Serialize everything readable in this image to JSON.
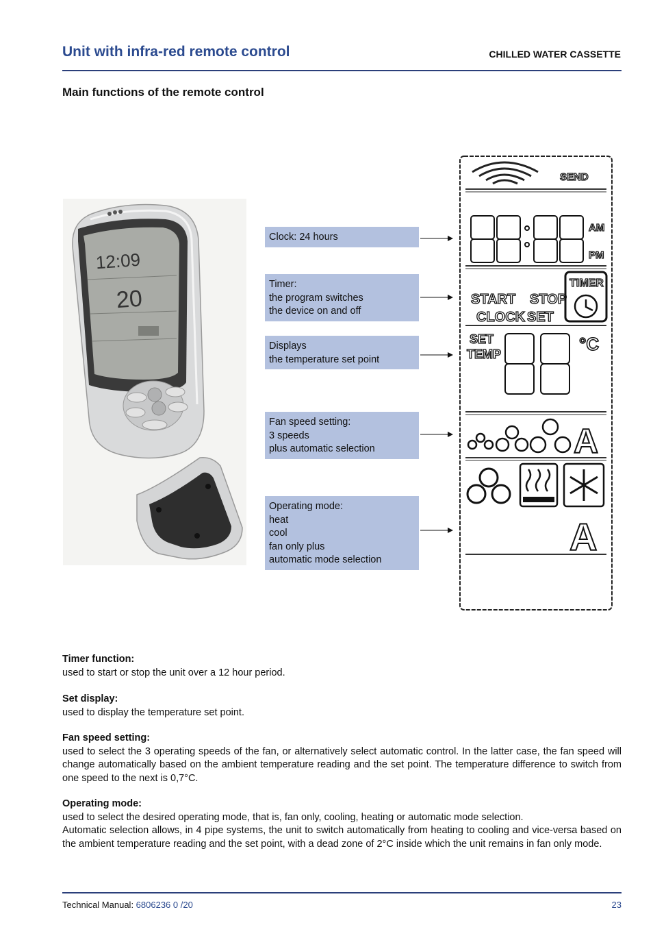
{
  "header": {
    "title": "Unit with infra-red remote control",
    "subtitle": "CHILLED WATER CASSETTE"
  },
  "section_heading": "Main functions of the remote control",
  "callouts": [
    {
      "lines": [
        "Clock: 24 hours"
      ]
    },
    {
      "lines": [
        "Timer:",
        "the program switches",
        "the device on and off"
      ]
    },
    {
      "lines": [
        "Displays",
        "the temperature set point"
      ]
    },
    {
      "lines": [
        "Fan speed setting:",
        "3 speeds",
        "plus automatic selection"
      ]
    },
    {
      "lines": [
        "Operating mode:",
        "heat",
        "cool",
        "fan only plus",
        "automatic mode selection"
      ]
    }
  ],
  "lcd": {
    "send": "SEND",
    "am": "AM",
    "pm": "PM",
    "start": "START",
    "stop": "STOP",
    "clock": "CLOCK",
    "set": "SET",
    "timer": "TIMER",
    "set_temp_1": "SET",
    "set_temp_2": "TEMP",
    "celsius": "°C",
    "auto_fan": "A",
    "auto_mode": "A"
  },
  "remote_display": {
    "time": "12:09",
    "temp": "20"
  },
  "descriptions": [
    {
      "heading": "Timer function:",
      "text": [
        "used to start or stop the unit over a 12 hour period."
      ]
    },
    {
      "heading": "Set display:",
      "text": [
        "used to display the temperature set point."
      ]
    },
    {
      "heading": "Fan speed setting:",
      "text": [
        "used to select the 3 operating speeds of the fan, or alternatively select automatic control. In the latter case, the fan speed will change automatically based on the ambient temperature reading and the set point. The temperature difference to switch from one speed to the next is 0,7°C."
      ]
    },
    {
      "heading": "Operating mode:",
      "text": [
        "used to select the desired operating mode, that is, fan only, cooling, heating or automatic mode selection.",
        "Automatic selection allows, in 4 pipe systems, the unit to switch automatically from heating to cooling and vice-versa based on the ambient temperature reading and the set point, with a dead zone of 2°C inside which the unit remains in fan only mode."
      ]
    }
  ],
  "footer": {
    "label": "Technical Manual: ",
    "manual_number": "6806236 0  /20",
    "page": "23"
  }
}
